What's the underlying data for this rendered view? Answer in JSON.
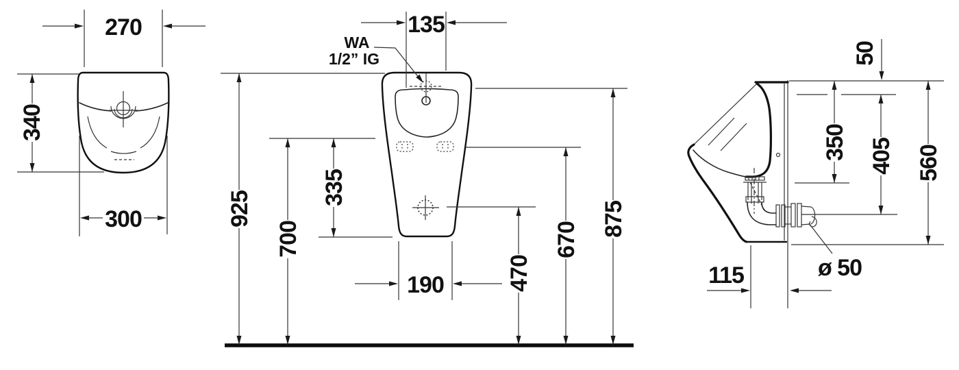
{
  "drawing": {
    "type": "technical-dimension-drawing",
    "subject": "wall-mounted urinal, three orthographic views (top, front, side)",
    "line_color": "#1a1a1a",
    "background": "#ffffff"
  },
  "dims": {
    "top_view": {
      "top_width": "270",
      "depth": "340",
      "max_width": "300"
    },
    "front_view": {
      "inlet_width": "135",
      "water_note_1": "WA",
      "water_note_2": "1/2” IG",
      "overall_height": "925",
      "rim_line_height": "700",
      "rim_to_base": "335",
      "base_width": "190",
      "outlet_height": "470",
      "fixing_height": "670",
      "front_edge_height": "875"
    },
    "side_view": {
      "top_gap": "50",
      "upper_drop": "350",
      "outlet_drop": "405",
      "lower_edge_drop": "560",
      "base_depth": "115",
      "outlet_diameter": "ø 50"
    }
  }
}
